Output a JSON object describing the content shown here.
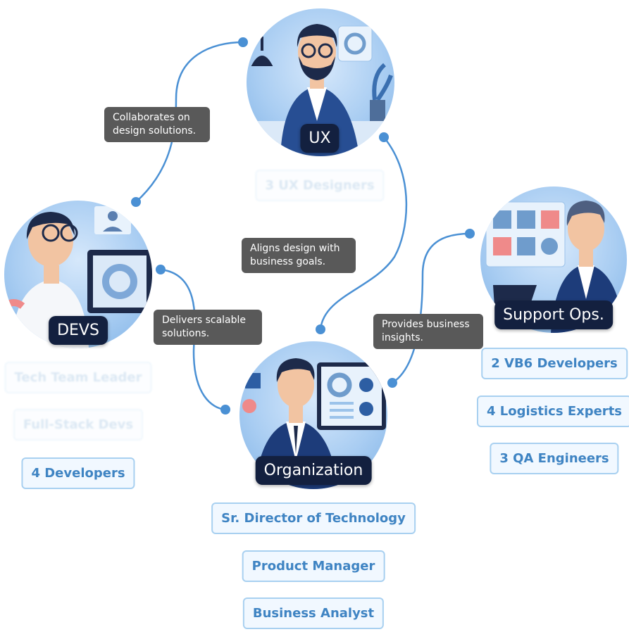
{
  "nodes": {
    "ux": {
      "label": "UX"
    },
    "devs": {
      "label": "DEVS"
    },
    "organization": {
      "label": "Organization"
    },
    "support": {
      "label": "Support Ops."
    }
  },
  "connections": {
    "devs_ux": "Collaborates on design solutions.",
    "org_ux": "Aligns design with business goals.",
    "devs_org": "Delivers scalable solutions.",
    "org_support": "Provides business insights."
  },
  "roles": {
    "ux": [
      "3 UX Designers"
    ],
    "devs": [
      "Tech Team Leader",
      "Full-Stack Devs",
      "4 Developers"
    ],
    "organization": [
      "Sr. Director of Technology",
      "Product Manager",
      "Business Analyst"
    ],
    "support": [
      "2 VB6 Developers",
      "4 Logistics Experts",
      "3 QA Engineers"
    ]
  },
  "colors": {
    "line": "#4a90d4",
    "label_bg": "#13203f",
    "tooltip_bg": "#595959",
    "chip_bg": "#f1f8ff",
    "chip_border": "#a8d0f0",
    "chip_text": "#3f84c3"
  }
}
